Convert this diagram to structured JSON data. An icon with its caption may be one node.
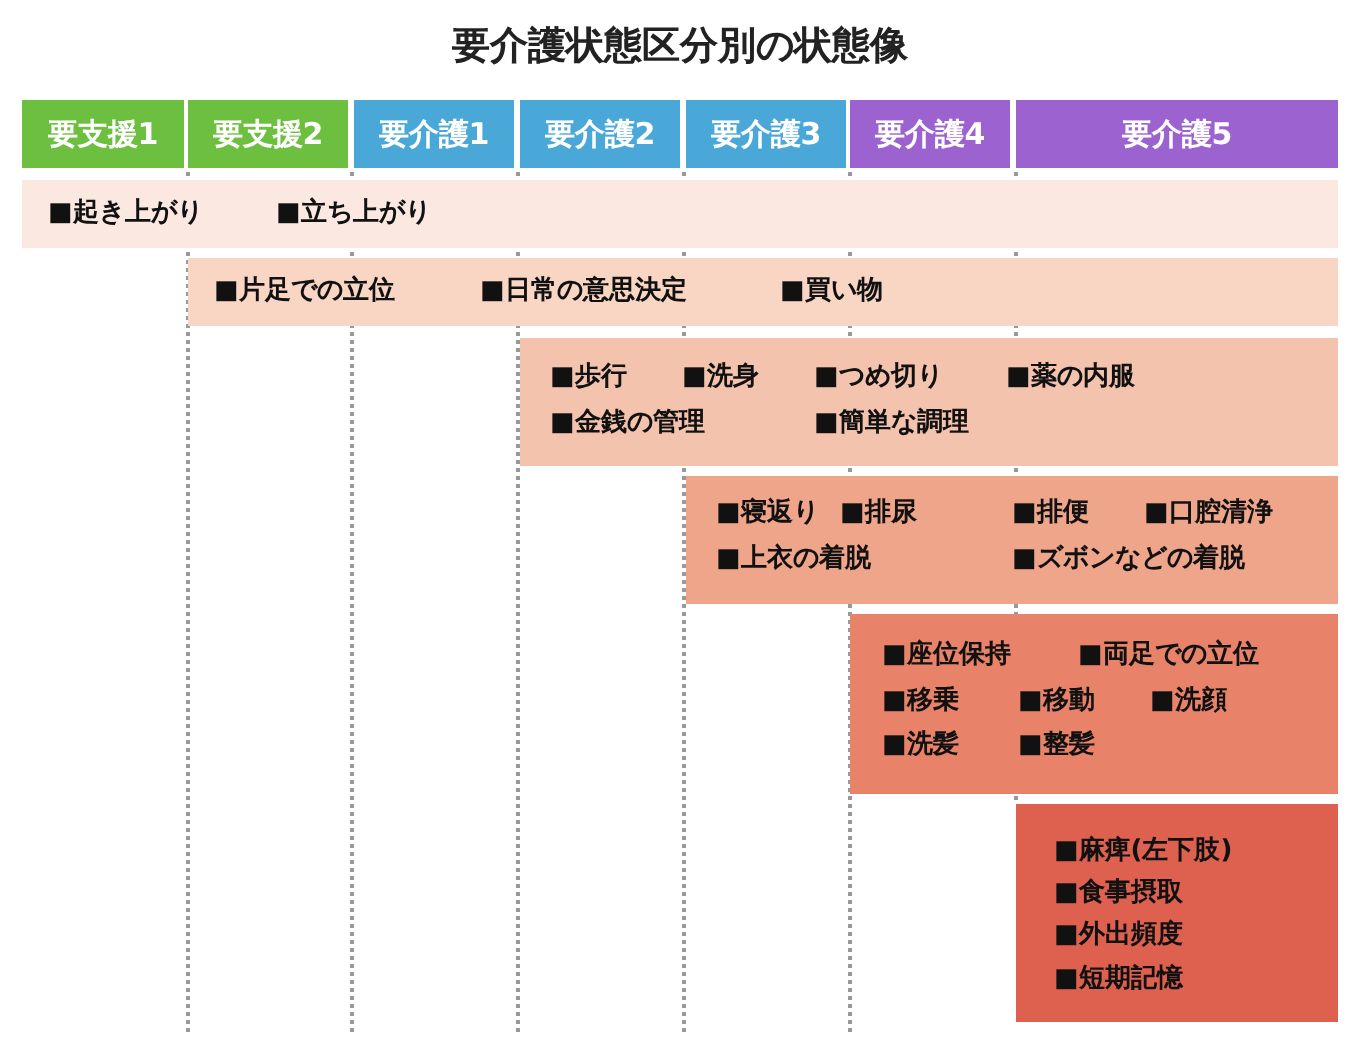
{
  "diagram": {
    "title": "要介護状態区分別の状態像",
    "nodes": [
      {
        "text": [
          "要支援1"
        ]
      },
      {
        "text": [
          "要支援2"
        ]
      },
      {
        "text": [
          "要介護1"
        ]
      },
      {
        "text": [
          "要介護2"
        ]
      },
      {
        "text": [
          "要介護3"
        ]
      },
      {
        "text": [
          "要介護4"
        ]
      },
      {
        "text": [
          "要介護5"
        ]
      },
      {
        "text": [
          "■起き上がり",
          "■立ち上がり"
        ]
      },
      {
        "text": [
          "■片足での立位",
          "■日常の意思決定",
          "■買い物"
        ]
      },
      {
        "text": [
          "■歩行",
          "■洗身",
          "■つめ切り",
          "■薬の内服",
          "■金銭の管理",
          "■簡単な調理"
        ]
      },
      {
        "text": [
          "■寝返り",
          "■排尿",
          "■排便",
          "■口腔清浄",
          "■上衣の着脱",
          "■ズボンなどの着脱"
        ]
      },
      {
        "text": [
          "■座位保持",
          "■両足での立位",
          "■移乗",
          "■移動",
          "■洗顔",
          "■洗髪",
          "■整髪"
        ]
      },
      {
        "text": [
          "■麻痺(左下肢)",
          "■食事摂取",
          "■外出頻度",
          "■短期記憶"
        ]
      }
    ],
    "edges": []
  }
}
